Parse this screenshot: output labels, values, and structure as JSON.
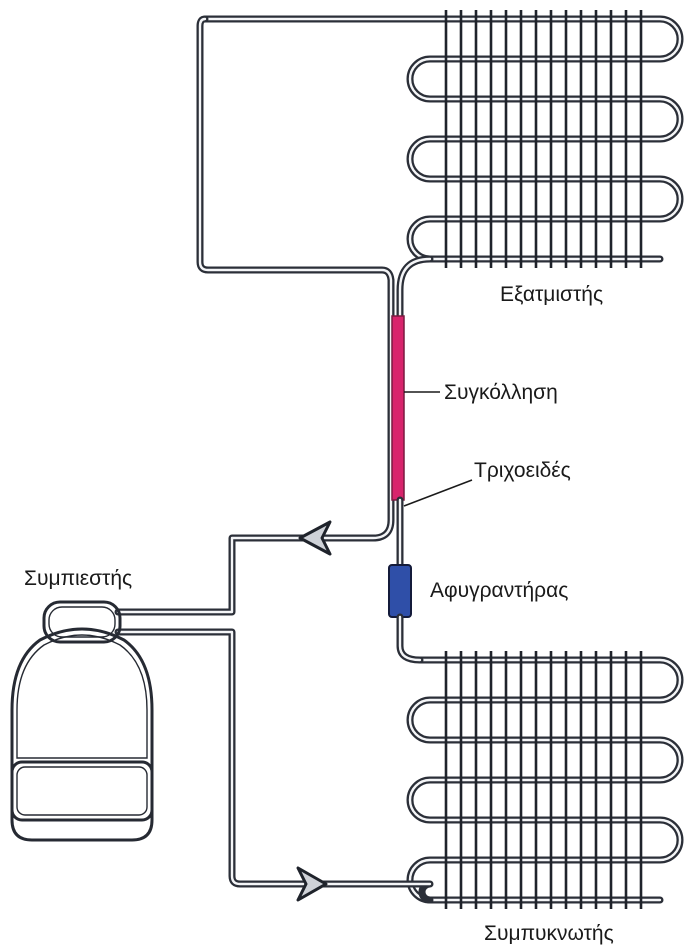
{
  "diagram": {
    "labels": {
      "evaporator": "Εξατμιστής",
      "weld": "Συγκόλληση",
      "capillary": "Τριχοειδές",
      "compressor": "Συμπιεστής",
      "drier": "Αφυγραντήρας",
      "condenser": "Συμπυκνωτής"
    },
    "colors": {
      "pipe": "#2b2f38",
      "weld_section": "#d8246c",
      "drier": "#2f4fa8",
      "background": "#ffffff"
    },
    "components": [
      "evaporator-coil",
      "condenser-coil",
      "compressor",
      "drier-filter",
      "capillary-tube",
      "flow-arrow-suction",
      "flow-arrow-discharge"
    ]
  }
}
